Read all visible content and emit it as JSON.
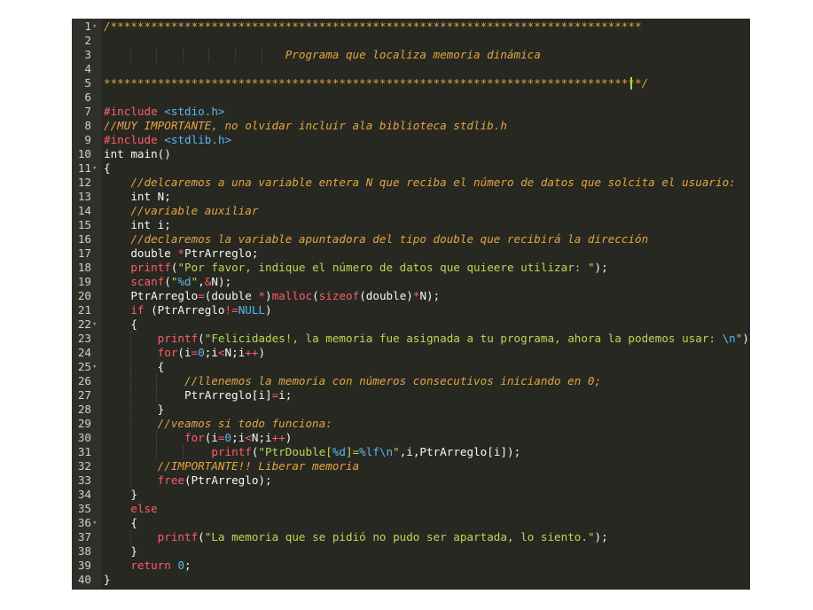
{
  "editor": {
    "lines": [
      {
        "n": "1",
        "fold": true,
        "t": [
          [
            "c",
            "/*******************************************************************************"
          ]
        ]
      },
      {
        "n": "2",
        "t": []
      },
      {
        "n": "3",
        "t": [
          [
            "c",
            "                           Programa que localiza memoria dinámica"
          ]
        ]
      },
      {
        "n": "4",
        "t": []
      },
      {
        "n": "5",
        "t": [
          [
            "c",
            "********************************************************************************/"
          ]
        ]
      },
      {
        "n": "6",
        "t": []
      },
      {
        "n": "7",
        "t": [
          [
            "k",
            "#include"
          ],
          [
            "p",
            " "
          ],
          [
            "e",
            "<stdio.h>"
          ]
        ]
      },
      {
        "n": "8",
        "t": [
          [
            "c",
            "//MUY IMPORTANTE, no olvidar incluir ala biblioteca stdlib.h"
          ]
        ]
      },
      {
        "n": "9",
        "t": [
          [
            "k",
            "#include"
          ],
          [
            "p",
            " "
          ],
          [
            "e",
            "<stdlib.h>"
          ]
        ]
      },
      {
        "n": "10",
        "t": [
          [
            "p",
            "int main()"
          ]
        ]
      },
      {
        "n": "11",
        "fold": true,
        "t": [
          [
            "p",
            "{"
          ]
        ]
      },
      {
        "n": "12",
        "t": [
          [
            "p",
            "    "
          ],
          [
            "c",
            "//delcaremos a una variable entera N que reciba el número de datos que solcita el usuario:"
          ]
        ]
      },
      {
        "n": "13",
        "t": [
          [
            "p",
            "    int N;"
          ]
        ]
      },
      {
        "n": "14",
        "t": [
          [
            "p",
            "    "
          ],
          [
            "c",
            "//variable auxiliar"
          ]
        ]
      },
      {
        "n": "15",
        "t": [
          [
            "p",
            "    int i;"
          ]
        ]
      },
      {
        "n": "16",
        "t": [
          [
            "p",
            "    "
          ],
          [
            "c",
            "//declaremos la variable apuntadora del tipo double que recibirá la dirección"
          ]
        ]
      },
      {
        "n": "17",
        "t": [
          [
            "p",
            "    double "
          ],
          [
            "o",
            "*"
          ],
          [
            "p",
            "PtrArreglo;"
          ]
        ]
      },
      {
        "n": "18",
        "t": [
          [
            "p",
            "    "
          ],
          [
            "k",
            "printf"
          ],
          [
            "p",
            "("
          ],
          [
            "s",
            "\"Por favor, indique el número de datos que quieere utilizar: \""
          ],
          [
            "p",
            ");"
          ]
        ]
      },
      {
        "n": "19",
        "t": [
          [
            "p",
            "    "
          ],
          [
            "k",
            "scanf"
          ],
          [
            "p",
            "("
          ],
          [
            "s",
            "\""
          ],
          [
            "e",
            "%d"
          ],
          [
            "s",
            "\""
          ],
          [
            "p",
            ","
          ],
          [
            "o",
            "&"
          ],
          [
            "p",
            "N);"
          ]
        ]
      },
      {
        "n": "20",
        "t": [
          [
            "p",
            "    PtrArreglo"
          ],
          [
            "o",
            "="
          ],
          [
            "p",
            "(double "
          ],
          [
            "o",
            "*"
          ],
          [
            "p",
            ")"
          ],
          [
            "k",
            "malloc"
          ],
          [
            "p",
            "("
          ],
          [
            "k",
            "sizeof"
          ],
          [
            "p",
            "(double)"
          ],
          [
            "o",
            "*"
          ],
          [
            "p",
            "N);"
          ]
        ]
      },
      {
        "n": "21",
        "t": [
          [
            "p",
            "    "
          ],
          [
            "k",
            "if"
          ],
          [
            "p",
            " (PtrArreglo"
          ],
          [
            "o",
            "!="
          ],
          [
            "e",
            "NULL"
          ],
          [
            "p",
            ")"
          ]
        ]
      },
      {
        "n": "22",
        "fold": true,
        "t": [
          [
            "p",
            "    {"
          ]
        ]
      },
      {
        "n": "23",
        "t": [
          [
            "p",
            "        "
          ],
          [
            "k",
            "printf"
          ],
          [
            "p",
            "("
          ],
          [
            "s",
            "\"Felicidades!, la memoria fue asignada a tu programa, ahora la podemos usar: "
          ],
          [
            "e",
            "\\n"
          ],
          [
            "s",
            "\""
          ],
          [
            "p",
            ");"
          ]
        ]
      },
      {
        "n": "24",
        "t": [
          [
            "p",
            "        "
          ],
          [
            "k",
            "for"
          ],
          [
            "p",
            "(i"
          ],
          [
            "o",
            "="
          ],
          [
            "n",
            "0"
          ],
          [
            "p",
            ";i"
          ],
          [
            "o",
            "<"
          ],
          [
            "p",
            "N;i"
          ],
          [
            "o",
            "++"
          ],
          [
            "p",
            ")"
          ]
        ]
      },
      {
        "n": "25",
        "fold": true,
        "t": [
          [
            "p",
            "        {"
          ]
        ]
      },
      {
        "n": "26",
        "t": [
          [
            "p",
            "            "
          ],
          [
            "c",
            "//llenemos la memoria con números consecutivos iniciando en 0;"
          ]
        ]
      },
      {
        "n": "27",
        "t": [
          [
            "p",
            "            PtrArreglo[i]"
          ],
          [
            "o",
            "="
          ],
          [
            "p",
            "i;"
          ]
        ]
      },
      {
        "n": "28",
        "t": [
          [
            "p",
            "        }"
          ]
        ]
      },
      {
        "n": "29",
        "t": [
          [
            "p",
            "        "
          ],
          [
            "c",
            "//veamos si todo funciona:"
          ]
        ]
      },
      {
        "n": "30",
        "t": [
          [
            "p",
            "            "
          ],
          [
            "k",
            "for"
          ],
          [
            "p",
            "(i"
          ],
          [
            "o",
            "="
          ],
          [
            "n",
            "0"
          ],
          [
            "p",
            ";i"
          ],
          [
            "o",
            "<"
          ],
          [
            "p",
            "N;i"
          ],
          [
            "o",
            "++"
          ],
          [
            "p",
            ")"
          ]
        ]
      },
      {
        "n": "31",
        "t": [
          [
            "p",
            "                "
          ],
          [
            "k",
            "printf"
          ],
          [
            "p",
            "("
          ],
          [
            "s",
            "\"PtrDouble["
          ],
          [
            "e",
            "%d"
          ],
          [
            "s",
            "]="
          ],
          [
            "e",
            "%lf\\n"
          ],
          [
            "s",
            "\""
          ],
          [
            "p",
            ",i,PtrArreglo[i]);"
          ]
        ]
      },
      {
        "n": "32",
        "t": [
          [
            "p",
            "        "
          ],
          [
            "c",
            "//IMPORTANTE!! Liberar memoria"
          ]
        ]
      },
      {
        "n": "33",
        "t": [
          [
            "p",
            "        "
          ],
          [
            "k",
            "free"
          ],
          [
            "p",
            "(PtrArreglo);"
          ]
        ]
      },
      {
        "n": "34",
        "t": [
          [
            "p",
            "    }"
          ]
        ]
      },
      {
        "n": "35",
        "t": [
          [
            "p",
            "    "
          ],
          [
            "k",
            "else"
          ]
        ]
      },
      {
        "n": "36",
        "fold": true,
        "t": [
          [
            "p",
            "    {"
          ]
        ]
      },
      {
        "n": "37",
        "t": [
          [
            "p",
            "        "
          ],
          [
            "k",
            "printf"
          ],
          [
            "p",
            "("
          ],
          [
            "s",
            "\"La memoria que se pidió no pudo ser apartada, lo siento.\""
          ],
          [
            "p",
            ");"
          ]
        ]
      },
      {
        "n": "38",
        "t": [
          [
            "p",
            "    }"
          ]
        ]
      },
      {
        "n": "39",
        "t": [
          [
            "p",
            "    "
          ],
          [
            "k",
            "return"
          ],
          [
            "p",
            " "
          ],
          [
            "n",
            "0"
          ],
          [
            "p",
            ";"
          ]
        ]
      },
      {
        "n": "40",
        "t": [
          [
            "p",
            "}"
          ]
        ]
      }
    ]
  }
}
